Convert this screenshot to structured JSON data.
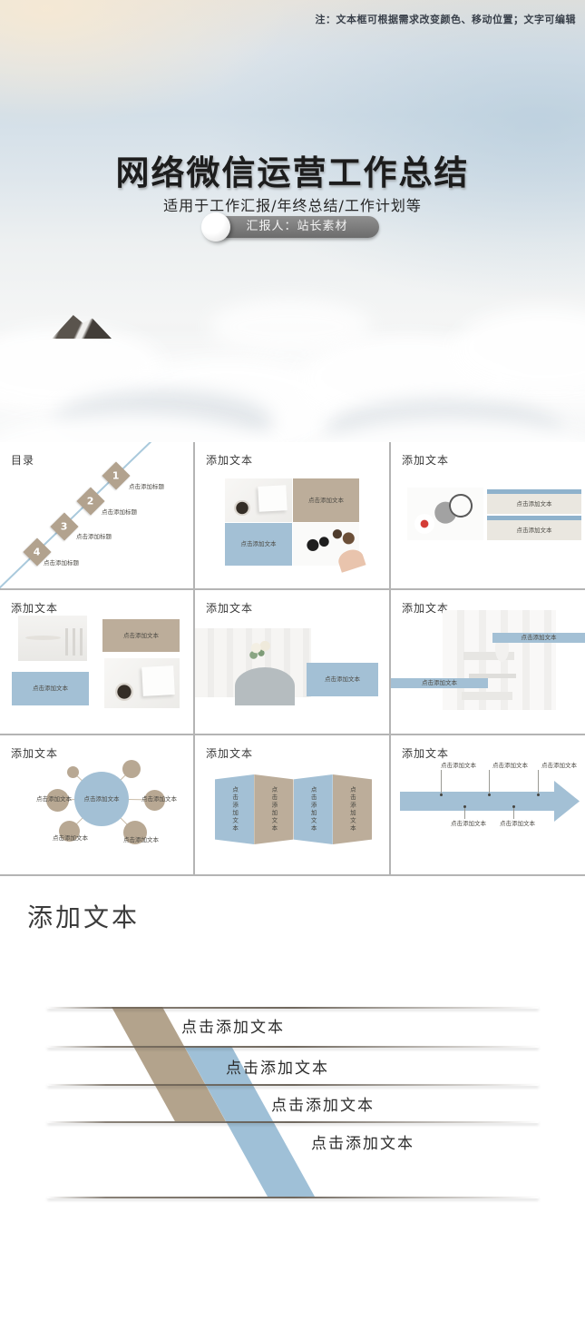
{
  "hero": {
    "note": "注：文本框可根据需求改变颜色、移动位置；文字可编辑",
    "title": "网络微信运营工作总结",
    "subtitle": "适用于工作汇报/年终总结/工作计划等",
    "presenter": "汇报人：站长素材"
  },
  "colors": {
    "accent_blue": "#a3c0d5",
    "accent_tan": "#bcad9a",
    "diamond_tan": "#b2a28e",
    "grid_border": "#b4b4b4"
  },
  "thumbnails": [
    {
      "title": "目录",
      "numbers": [
        "1",
        "2",
        "3",
        "4"
      ],
      "items": [
        "点击添加标题",
        "点击添加标题",
        "点击添加标题",
        "点击添加标题"
      ]
    },
    {
      "title": "添加文本",
      "items": [
        "点击添加文本",
        "点击添加文本"
      ]
    },
    {
      "title": "添加文本",
      "items": [
        "点击添加文本",
        "点击添加文本"
      ]
    },
    {
      "title": "添加文本",
      "items": [
        "点击添加文本",
        "点击添加文本"
      ]
    },
    {
      "title": "添加文本",
      "items": [
        "点击添加文本"
      ]
    },
    {
      "title": "添加文本",
      "items": [
        "点击添加文本",
        "点击添加文本"
      ]
    },
    {
      "title": "添加文本",
      "items": [
        "点击添加文本",
        "点击添加文本",
        "点击添加文本",
        "点击添加文本",
        "点击添加文本"
      ]
    },
    {
      "title": "添加文本",
      "items": [
        "点击添加文本",
        "点击添加文本",
        "点击添加文本",
        "点击添加文本"
      ]
    },
    {
      "title": "添加文本",
      "items": [
        "点击添加文本",
        "点击添加文本",
        "点击添加文本",
        "点击添加文本",
        "点击添加文本"
      ]
    }
  ],
  "preview": {
    "title": "添加文本",
    "rows": [
      "点击添加文本",
      "点击添加文本",
      "点击添加文本",
      "点击添加文本"
    ]
  }
}
